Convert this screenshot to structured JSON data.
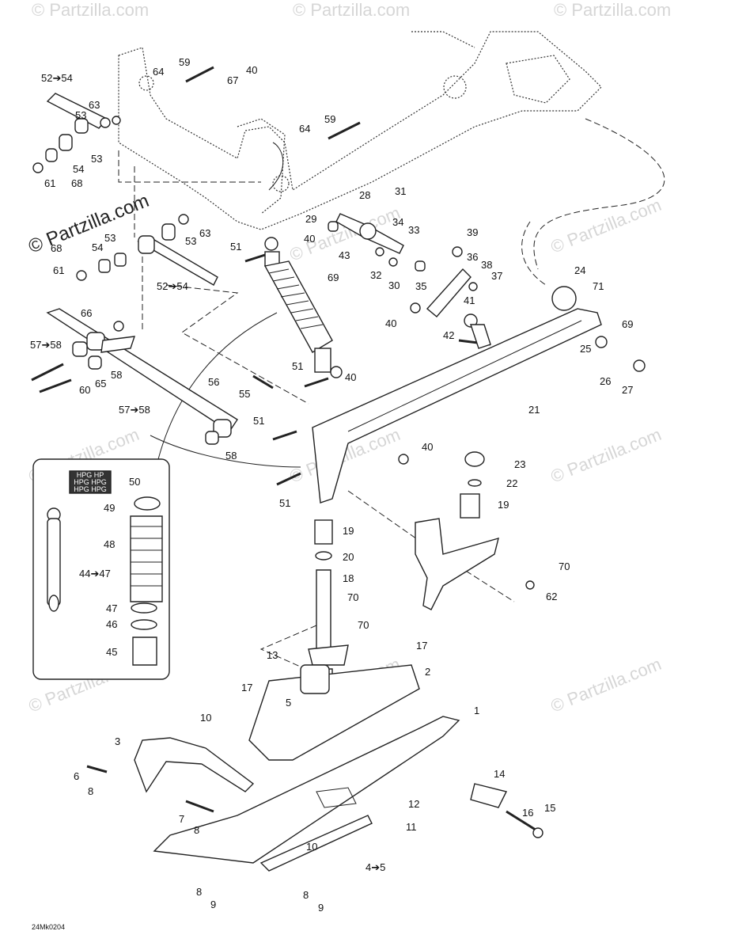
{
  "watermarks": {
    "w1": "© Partzilla.com",
    "w2": "© Partzilla.com",
    "w3": "© Partzilla.com",
    "w4": "© Partzilla.com",
    "w5": "© Partzilla.com",
    "w6": "© Partzilla.com",
    "w7": "© Partzilla.com",
    "w8": "© Partzilla.com",
    "w9": "© Partzilla.com",
    "w10": "© Partzilla.com",
    "w11": "© Partzilla.com",
    "w12": "© Partzilla.com"
  },
  "labels": {
    "l52_54a": "52➔54",
    "l53a": "53",
    "l63a": "63",
    "l54a": "54",
    "l53b": "53",
    "l61a": "61",
    "l68a": "68",
    "l64a": "64",
    "l59a": "59",
    "l67": "67",
    "l40a": "40",
    "l64b": "64",
    "l59b": "59",
    "l28": "28",
    "l31": "31",
    "l29": "29",
    "l34": "34",
    "l33": "33",
    "l39": "39",
    "l36": "36",
    "l38": "38",
    "l37": "37",
    "l24": "24",
    "l71": "71",
    "l68b": "68",
    "l53c": "53",
    "l54b": "54",
    "l53d": "53",
    "l63b": "63",
    "l61b": "61",
    "l52_54b": "52➔54",
    "l51a": "51",
    "l40b": "40",
    "l43": "43",
    "l69a": "69",
    "l32": "32",
    "l30": "30",
    "l35": "35",
    "l41": "41",
    "l40c": "40",
    "l42": "42",
    "l69b": "69",
    "l25": "25",
    "l26": "26",
    "l27": "27",
    "l66": "66",
    "l57_58a": "57➔58",
    "l58a": "58",
    "l65": "65",
    "l60": "60",
    "l56": "56",
    "l55": "55",
    "l51b": "51",
    "l40d": "40",
    "l21": "21",
    "l57_58b": "57➔58",
    "l51c": "51",
    "l58b": "58",
    "l40e": "40",
    "l23": "23",
    "l22": "22",
    "l19a": "19",
    "l51d": "51",
    "l50": "50",
    "l49": "49",
    "l19b": "19",
    "l48": "48",
    "l20": "20",
    "l18": "18",
    "l44_47": "44➔47",
    "l70a": "70",
    "l70b": "70",
    "l62": "62",
    "l47": "47",
    "l46": "46",
    "l70c": "70",
    "l45": "45",
    "l17a": "17",
    "l13": "13",
    "l2": "2",
    "l17b": "17",
    "l5": "5",
    "l10a": "10",
    "l1": "1",
    "l3": "3",
    "l6": "6",
    "l14": "14",
    "l8a": "8",
    "l16": "16",
    "l12": "12",
    "l15": "15",
    "l7": "7",
    "l8b": "8",
    "l11": "11",
    "l10b": "10",
    "l4_5": "4➔5",
    "l8c": "8",
    "l8d": "8",
    "l9a": "9",
    "l9b": "9",
    "code": "24Mk0204"
  },
  "decal": {
    "line1": "HPG HP",
    "line2": "HPG HPG",
    "line3": "HPG HPG"
  }
}
